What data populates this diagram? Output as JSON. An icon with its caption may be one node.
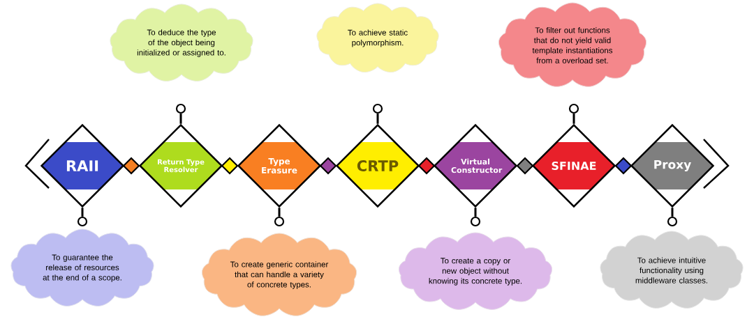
{
  "diagram": {
    "nodes": [
      {
        "text": [
          "RAII"
        ]
      },
      {
        "text": [
          "Return Type Resolver"
        ]
      },
      {
        "text": [
          "Type Erasure"
        ]
      },
      {
        "text": [
          "CRTP"
        ]
      },
      {
        "text": [
          "Virtual Constructor"
        ]
      },
      {
        "text": [
          "SFINAE"
        ]
      },
      {
        "text": [
          "Proxy"
        ]
      },
      {
        "text": [
          "To guarantee the release of resources at the end of a scope."
        ]
      },
      {
        "text": [
          "To deduce the type of the object being initialized or assigned to."
        ]
      },
      {
        "text": [
          "To create generic container that can handle a variety of concrete types."
        ]
      },
      {
        "text": [
          "To achieve static polymorphism."
        ]
      },
      {
        "text": [
          "To create a copy or new object without knowing its concrete type."
        ]
      },
      {
        "text": [
          "To filter out functions that do not yield valid template instantiations from a overload set."
        ]
      },
      {
        "text": [
          "To achieve intuitive functionality using middleware classes."
        ]
      },
      {
        "text": [],
        "shape": "circle"
      },
      {
        "text": [],
        "shape": "circle"
      },
      {
        "text": [],
        "shape": "circle"
      },
      {
        "text": [],
        "shape": "circle"
      },
      {
        "text": [],
        "shape": "circle"
      },
      {
        "text": [],
        "shape": "circle"
      },
      {
        "text": [],
        "shape": "circle"
      }
    ],
    "edges": [
      {
        "from": 0,
        "to": 14,
        "arrow": "none"
      },
      {
        "from": 1,
        "to": 15,
        "arrow": "none"
      },
      {
        "from": 2,
        "to": 16,
        "arrow": "none"
      },
      {
        "from": 3,
        "to": 17,
        "arrow": "none"
      },
      {
        "from": 4,
        "to": 18,
        "arrow": "none"
      },
      {
        "from": 5,
        "to": 19,
        "arrow": "none"
      },
      {
        "from": 6,
        "to": 20,
        "arrow": "none"
      }
    ]
  }
}
